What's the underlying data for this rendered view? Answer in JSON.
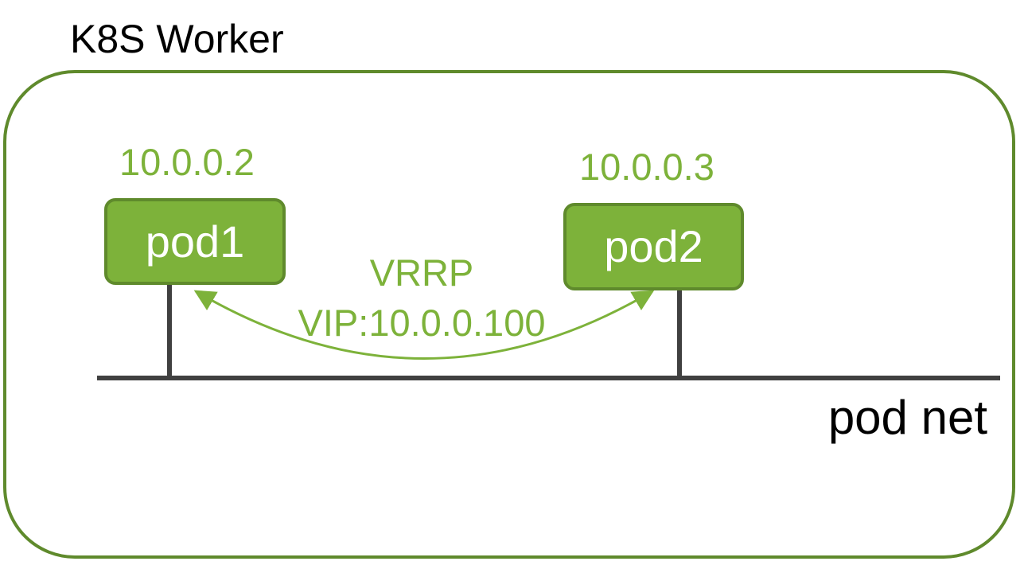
{
  "title": "K8S Worker",
  "pods": [
    {
      "label": "pod1",
      "ip": "10.0.0.2"
    },
    {
      "label": "pod2",
      "ip": "10.0.0.3"
    }
  ],
  "link": {
    "protocol": "VRRP",
    "vip": "VIP:10.0.0.100"
  },
  "network": {
    "label": "pod net"
  },
  "colors": {
    "accent": "#7db23a",
    "border": "#5f8a2c",
    "line": "#404040"
  }
}
